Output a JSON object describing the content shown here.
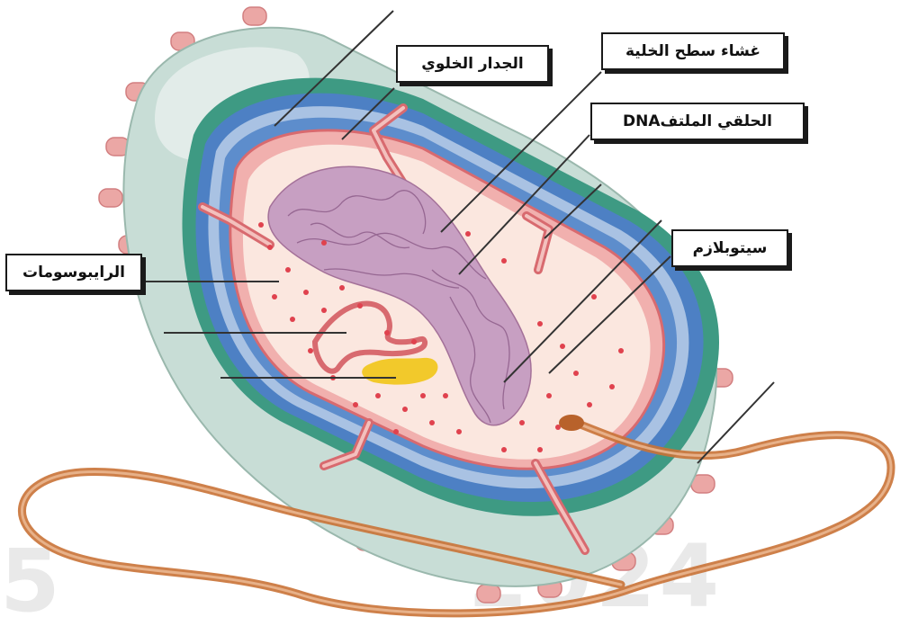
{
  "labels": {
    "cell_wall": "الجدار الخلوي",
    "cell_membrane": "غشاء سطح الخلية",
    "circular_dna": "الحلقي الملتفDNA",
    "cytoplasm": "سيتوبلازم",
    "ribosomes": "الرايبوسومات"
  },
  "watermark": {
    "year": "2024",
    "digit": "5"
  },
  "colors": {
    "capsule": "#c8ddd6",
    "wall_green": "#3e9a83",
    "membrane_blue": "#4d80c4",
    "inner_membrane": "#e7898c",
    "cytoplasm": "#fbe7df",
    "ribosome": "#e0424e",
    "nucleoid": "#b88db3",
    "plasmid": "#f2c92b",
    "flagellum": "#c97236",
    "pili": "#eba7a5",
    "leader_line": "#333333"
  }
}
